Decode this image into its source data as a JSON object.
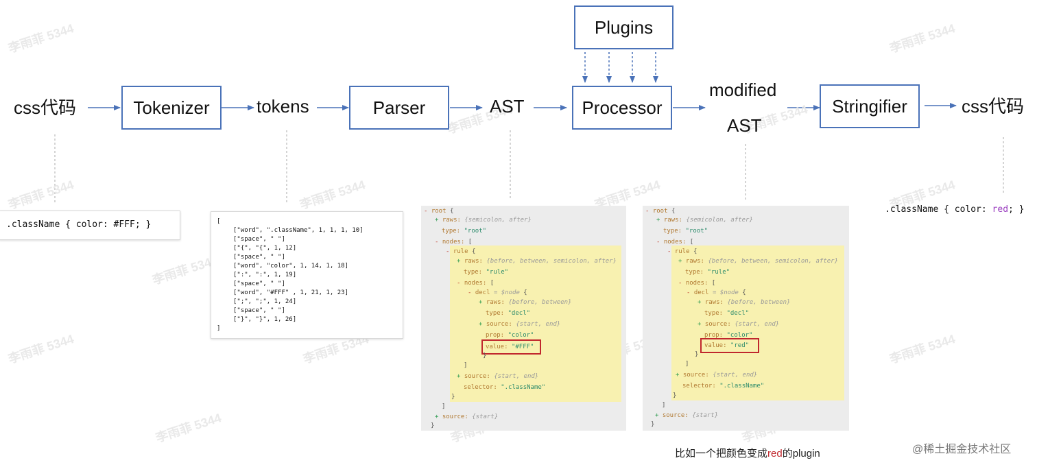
{
  "pipeline": {
    "input_label": "css代码",
    "tokenizer": "Tokenizer",
    "tokens_label": "tokens",
    "parser": "Parser",
    "ast_label": "AST",
    "processor": "Processor",
    "plugins": "Plugins",
    "modified_line1": "modified",
    "modified_line2": "AST",
    "stringifier": "Stringifier",
    "output_label": "css代码"
  },
  "input_css": ".className { color: #FFF; }",
  "tokens": {
    "open": "[",
    "lines": [
      "[\"word\", \".className\", 1, 1, 1, 10]",
      "[\"space\", \" \"]",
      "[\"{\", \"{\", 1, 12]",
      "[\"space\", \" \"]",
      "[\"word\", \"color\", 1, 14, 1, 18]",
      "[\":\", \":\", 1, 19]",
      "[\"space\", \" \"]",
      "[\"word\", \"#FFF\" , 1, 21, 1, 23]",
      "[\";\", \";\", 1, 24]",
      "[\"space\", \" \"]",
      "[\"}\", \"}\", 1, 26]"
    ],
    "close": "]"
  },
  "ast_common": {
    "root": "root",
    "raws": "raws:",
    "raws_root_val": "{semicolon, after}",
    "type_label": "type:",
    "type_root": "\"root\"",
    "nodes": "nodes:",
    "rule": "rule",
    "raws_rule_val": "{before, between, semicolon, after}",
    "type_rule": "\"rule\"",
    "decl": "decl",
    "node_ref": "= $node",
    "raws_decl_val": "{before, between}",
    "type_decl": "\"decl\"",
    "source": "source:",
    "source_val": "{start, end}",
    "prop": "prop:",
    "prop_val": "\"color\"",
    "value_label": "value:",
    "selector": "selector:",
    "selector_val": "\".className\"",
    "source_root_val": "{start}"
  },
  "ast_original_value": "\"#FFF\"",
  "ast_modified_value": "\"red\"",
  "output_css": {
    "before": ".className { color: ",
    "value": "red",
    "after": "; }"
  },
  "note": {
    "before": "比如一个把颜色变成",
    "highlight": "red",
    "after": "的plugin"
  },
  "watermark": "李雨菲 5344",
  "credit": "@稀土掘金技术社区",
  "colors": {
    "arrow": "#4a72b8",
    "box_border": "#4a72b8",
    "highlight": "#f8f1b0",
    "redbox": "#c0272d"
  }
}
